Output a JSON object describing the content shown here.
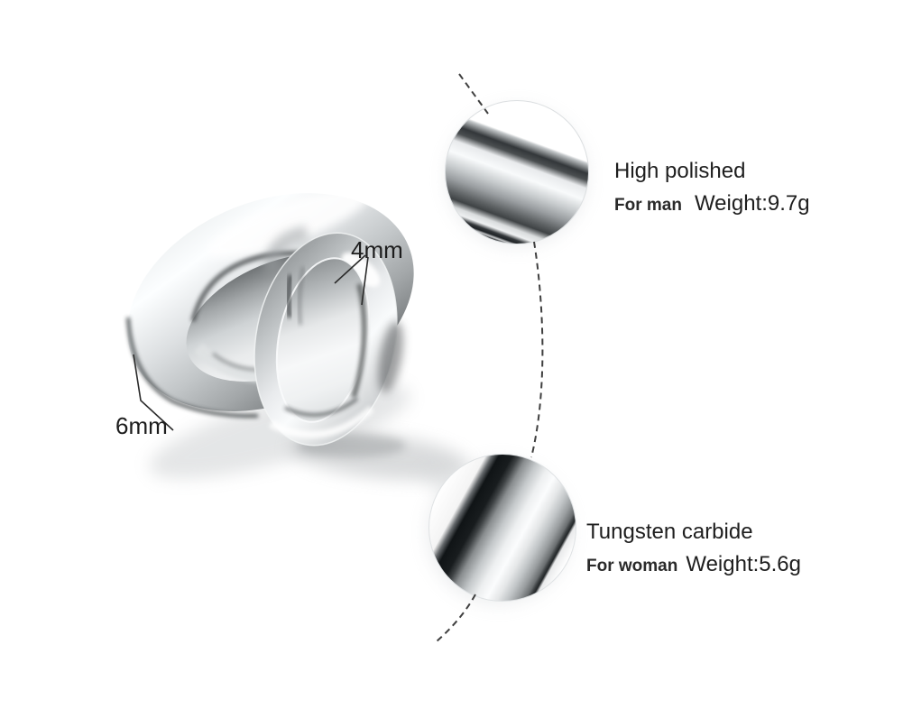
{
  "scene": {
    "background": "#ffffff",
    "labels": {
      "small_ring_width": "4mm",
      "large_ring_width": "6mm"
    },
    "callout_top": {
      "title": "High polished",
      "for_text": "For man",
      "weight": "Weight:9.7g"
    },
    "callout_bottom": {
      "title": "Tungsten carbide",
      "for_text": "For woman",
      "weight": "Weight:5.6g"
    },
    "colors": {
      "text": "#1d1d1d",
      "dashed_line": "#3f3f3f",
      "leader_line": "#2a2a2a",
      "metal_highlight": "#f8fafb",
      "metal_mid": "#b3b7b9",
      "metal_dark": "#2e3234"
    }
  }
}
